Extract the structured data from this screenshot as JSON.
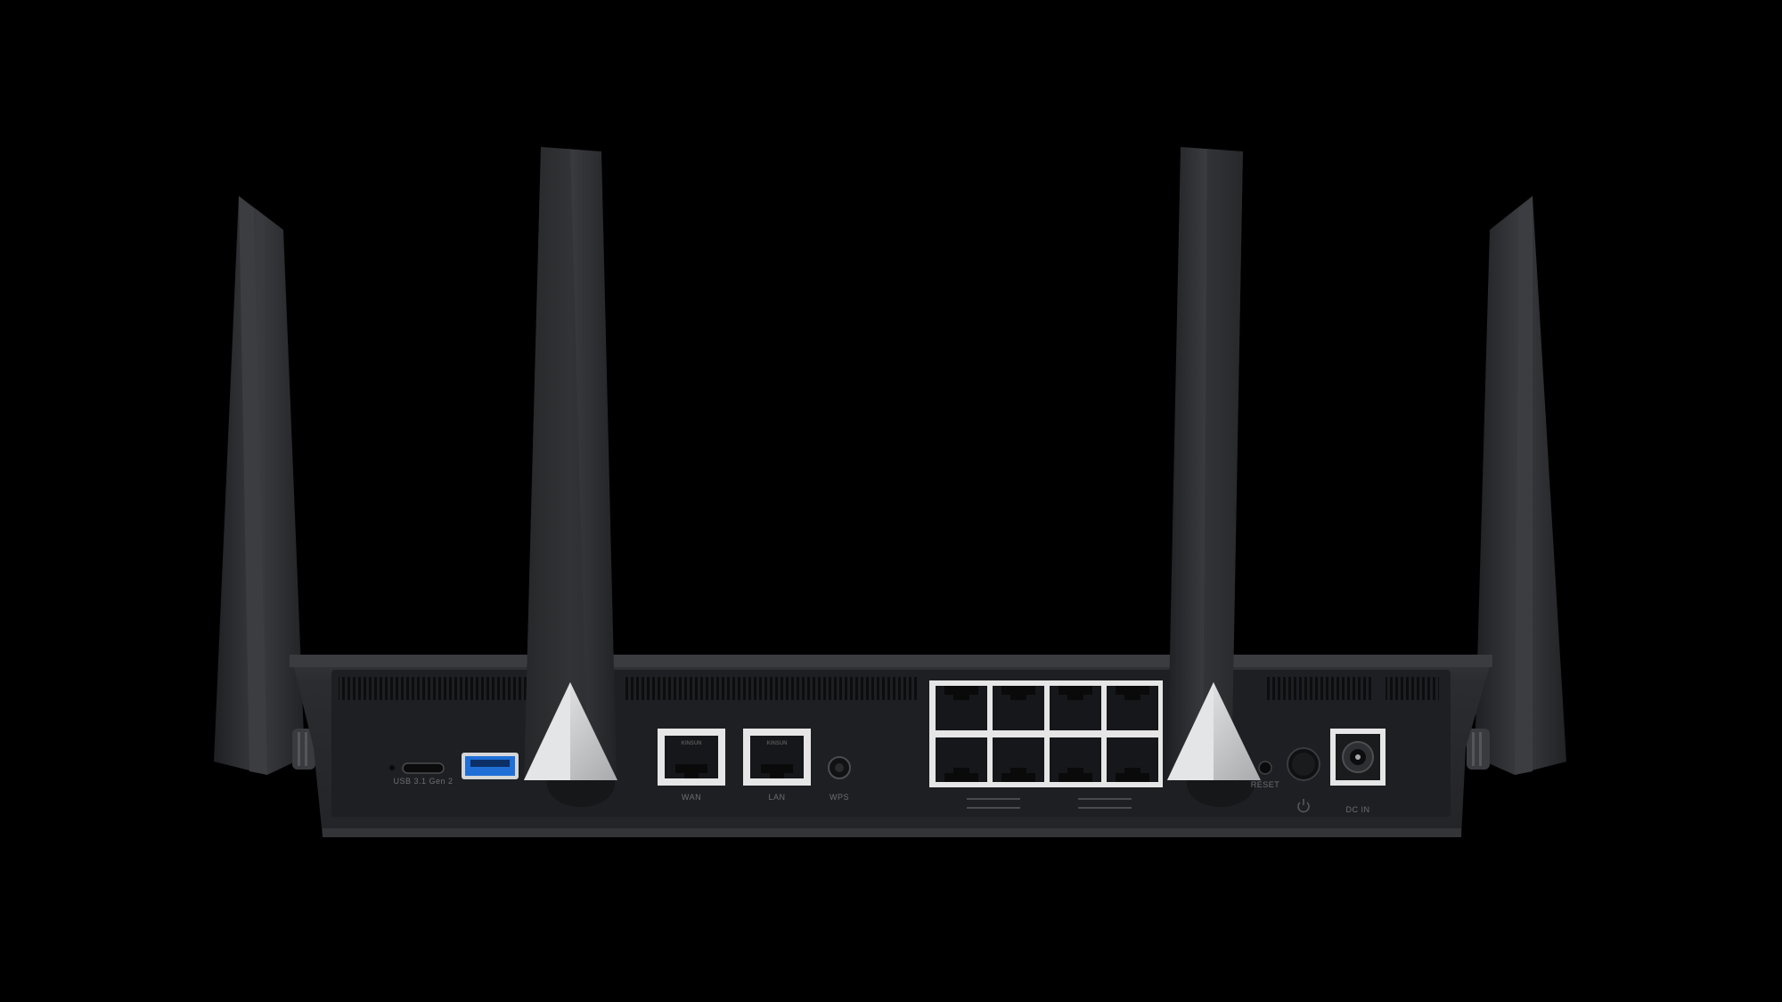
{
  "colors": {
    "background": "#000000",
    "body": "#2a2b2e",
    "body_dark": "#1c1d1f",
    "antenna": "#2d2e31",
    "antenna_tip": "#d9dadc",
    "usb_blue": "#1f6fd6",
    "port_frame": "#e6e6e6"
  },
  "ports": {
    "usb_label": "USB 3.1 Gen 2",
    "lan_jack_label": "KINSUN",
    "wan_label": "WAN",
    "lan1_label": "LAN",
    "wps_label": "WPS",
    "reset_label": "RESET",
    "dc_label": "DC IN"
  },
  "icons": {
    "power": "power-icon"
  }
}
